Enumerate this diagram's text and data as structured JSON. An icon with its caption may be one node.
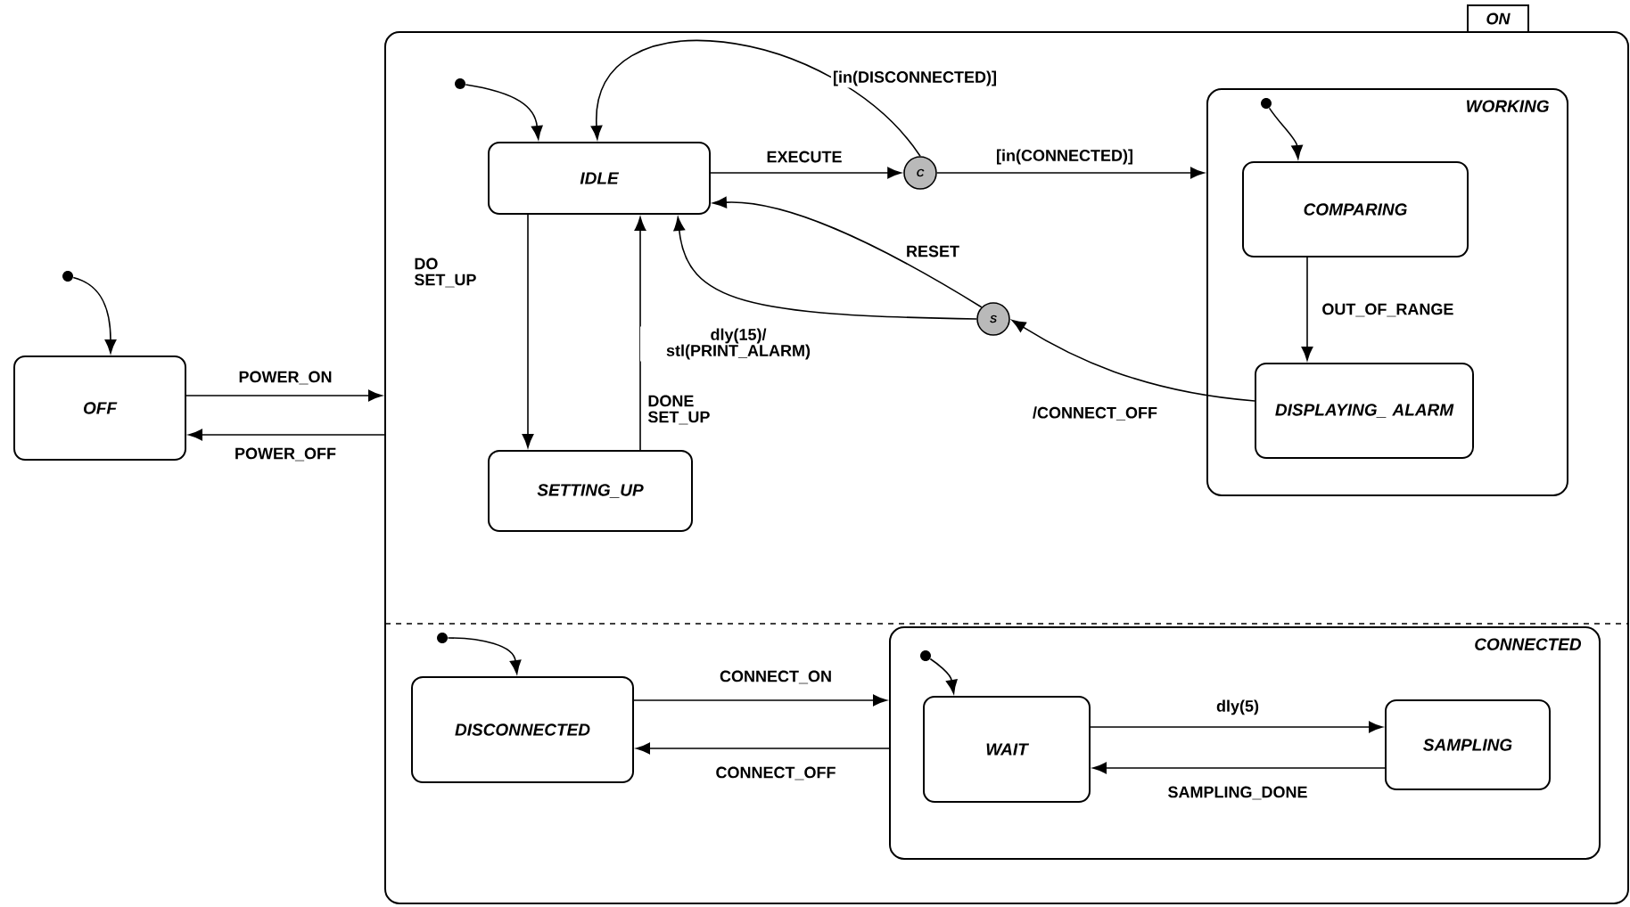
{
  "diagram": {
    "nodes": [
      {
        "text": [
          "OFF"
        ]
      },
      {
        "text": [
          "ON"
        ]
      },
      {
        "text": [
          "IDLE"
        ],
        "in": 1
      },
      {
        "text": [
          "SETTING_UP"
        ],
        "in": 1
      },
      {
        "text": [
          "WORKING"
        ],
        "in": 1
      },
      {
        "text": [
          "COMPARING"
        ],
        "in": 4
      },
      {
        "text": [
          "DISPLAYING_ ALARM"
        ],
        "in": 4
      },
      {
        "text": [
          "C"
        ],
        "in": 1
      },
      {
        "text": [
          "S"
        ],
        "in": 1
      },
      {
        "text": [
          "DISCONNECTED"
        ],
        "in": 1
      },
      {
        "text": [
          "CONNECTED"
        ],
        "in": 1
      },
      {
        "text": [
          "WAIT"
        ],
        "in": 10
      },
      {
        "text": [
          "SAMPLING"
        ],
        "in": 10
      },
      {
        "text": [],
        "shape": "circle"
      },
      {
        "text": [],
        "shape": "circle",
        "in": 1
      },
      {
        "text": [],
        "shape": "circle",
        "in": 4
      },
      {
        "text": [],
        "shape": "circle",
        "in": 1
      },
      {
        "text": [],
        "shape": "circle",
        "in": 10
      }
    ],
    "edges": [
      {
        "from": 0,
        "to": 1,
        "arrow": "to",
        "label": "POWER_ON"
      },
      {
        "from": 1,
        "to": 0,
        "arrow": "to",
        "label": "POWER_OFF"
      },
      {
        "from": 2,
        "to": 7,
        "arrow": "to",
        "label": "EXECUTE"
      },
      {
        "from": 7,
        "to": 2,
        "arrow": "to",
        "label": "[in(DISCONNECTED)]"
      },
      {
        "from": 7,
        "to": 4,
        "arrow": "to",
        "label": "[in(CONNECTED)]"
      },
      {
        "from": 2,
        "to": 3,
        "arrow": "to",
        "label": "DO SET_UP"
      },
      {
        "from": 3,
        "to": 2,
        "arrow": "to",
        "label": "DONE SET_UP"
      },
      {
        "from": 8,
        "to": 2,
        "arrow": "to",
        "label": "RESET"
      },
      {
        "from": 8,
        "to": 2,
        "arrow": "to",
        "label": "dly(15)/ stl(PRINT_ALARM)"
      },
      {
        "from": 6,
        "to": 8,
        "arrow": "to",
        "label": "/CONNECT_OFF"
      },
      {
        "from": 5,
        "to": 6,
        "arrow": "to",
        "label": "OUT_OF_RANGE"
      },
      {
        "from": 9,
        "to": 10,
        "arrow": "to",
        "label": "CONNECT_ON"
      },
      {
        "from": 10,
        "to": 9,
        "arrow": "to",
        "label": "CONNECT_OFF"
      },
      {
        "from": 11,
        "to": 12,
        "arrow": "to",
        "label": "dly(5)"
      },
      {
        "from": 12,
        "to": 11,
        "arrow": "to",
        "label": "SAMPLING_DONE"
      },
      {
        "from": 13,
        "to": 0,
        "arrow": "to"
      },
      {
        "from": 14,
        "to": 2,
        "arrow": "to"
      },
      {
        "from": 15,
        "to": 5,
        "arrow": "to"
      },
      {
        "from": 16,
        "to": 9,
        "arrow": "to"
      },
      {
        "from": 17,
        "to": 11,
        "arrow": "to"
      }
    ]
  }
}
